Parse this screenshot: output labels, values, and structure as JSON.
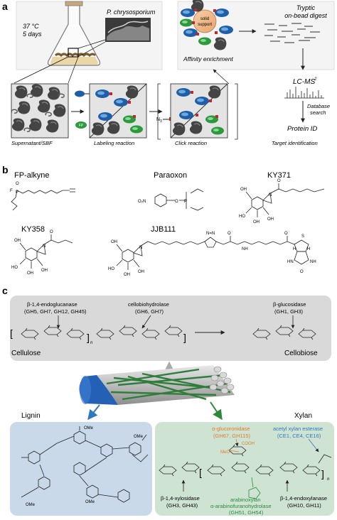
{
  "panel_a": {
    "letter": "a",
    "flask_temp": "37 °C",
    "flask_days": "5 days",
    "organism": "P. chrysosporium",
    "bead_label_1": "solid",
    "bead_label_2": "support",
    "affinity": "Affinity enrichment",
    "digest_1": "Tryptic",
    "digest_2": "on-bead digest",
    "lcms": "LC-MS",
    "lcms_sup": "2",
    "db_1": "Database",
    "db_2": "search",
    "protein_id": "Protein ID",
    "step_1": "Supernatant/SBF",
    "step_2": "Labeling reaction",
    "step_3": "Click reaction",
    "step_4": "Target identification",
    "azide": "N",
    "azide_sub": "3",
    "probe": "FP"
  },
  "panel_b": {
    "letter": "b",
    "fp_alkyne": "FP-alkyne",
    "paraoxon": "Paraoxon",
    "ky371": "KY371",
    "ky358": "KY358",
    "jjb111": "JJB111",
    "fp_f": "F",
    "fp_p": "P",
    "no2": "O₂N",
    "oh": "OH",
    "ho": "HO",
    "n": "N",
    "nn": "N=N",
    "hn": "HN",
    "nh": "NH",
    "s": "S",
    "o": "O",
    "h": "H"
  },
  "panel_c": {
    "letter": "c",
    "endo_1": "β-1,4-endoglucanase",
    "endo_2": "(GH5, GH7, GH12, GH45)",
    "cbh_1": "cellobiohydrolase",
    "cbh_2": "(GH6, GH7)",
    "bgl_1": "β-glucosidase",
    "bgl_2": "(GH1, GH3)",
    "cellulose": "Cellulose",
    "cellobiose": "Cellobiose",
    "lignin": "Lignin",
    "xylan": "Xylan",
    "gluc_1": "α-glucoronidase",
    "gluc_2": "(GH67, GH115)",
    "ace_1": "acetyl xylan esterase",
    "ace_2": "(CE1, CE4, CE16)",
    "xylo_1": "β-1,4-xylosidase",
    "xylo_2": "(GH3, GH43)",
    "arab_1": "arabinoxylan",
    "arab_2": "α-arabinofuranohydrolase",
    "arab_3": "(GH51, GH54)",
    "endox_1": "β-1,4-endoxylanase",
    "endox_2": "(GH10, GH11)",
    "n": "n",
    "ome": "OMe",
    "meo": "MeO",
    "cooh": "COOH",
    "colors": {
      "grey_box": "#d9d9d9",
      "lignin_box": "#c9d9ea",
      "xylan_box": "#cfe3d2",
      "orange": "#e07b2a",
      "blue": "#2e78c2",
      "green": "#2a8a3a"
    }
  }
}
